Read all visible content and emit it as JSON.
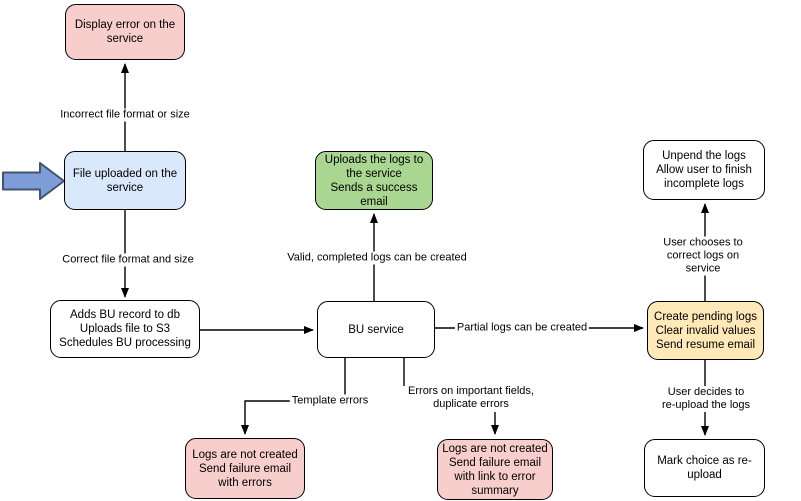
{
  "colors": {
    "canvas": "#ffffff",
    "stroke": "#000000",
    "pink": "#f8cecc",
    "blue": "#dae8fc",
    "green": "#a9d690",
    "yellow": "#ffe9b8",
    "white": "#ffffff",
    "block_arrow_fill": "#7d9dd9",
    "block_arrow_stroke": "#42536b"
  },
  "icons": {
    "entry_arrow": "right-block-arrow"
  },
  "nodes": {
    "display_error": {
      "label": "Display error on the\nservice"
    },
    "file_uploaded": {
      "label": "File uploaded on the\nservice"
    },
    "adds_bu": {
      "label": "Adds BU record to db\nUploads file to S3\nSchedules BU processing"
    },
    "bu_service": {
      "label": "BU service"
    },
    "upload_success": {
      "label": "Uploads the logs to\nthe service\nSends a success\nemail"
    },
    "unpend": {
      "label": "Unpend the logs\nAllow user to finish\nincomplete logs"
    },
    "create_pending": {
      "label": "Create pending logs\nClear invalid values\nSend resume email"
    },
    "fail_errors": {
      "label": "Logs are not created\nSend failure email\nwith errors"
    },
    "fail_summary": {
      "label": "Logs are not created\nSend failure email\nwith link to error\nsummary"
    },
    "mark_reupload": {
      "label": "Mark choice as re-\nupload"
    }
  },
  "edges": {
    "incorrect": {
      "label": "Incorrect file format or size"
    },
    "correct": {
      "label": "Correct file format and size"
    },
    "valid": {
      "label": "Valid, completed logs can be created"
    },
    "partial": {
      "label": "Partial logs can be created"
    },
    "template": {
      "label": "Template errors"
    },
    "important_fields": {
      "label": "Errors on important fields,\nduplicate errors"
    },
    "choose_correct": {
      "label": "User chooses to correct logs on service"
    },
    "reupload": {
      "label": "User decides to re-upload the logs"
    }
  }
}
